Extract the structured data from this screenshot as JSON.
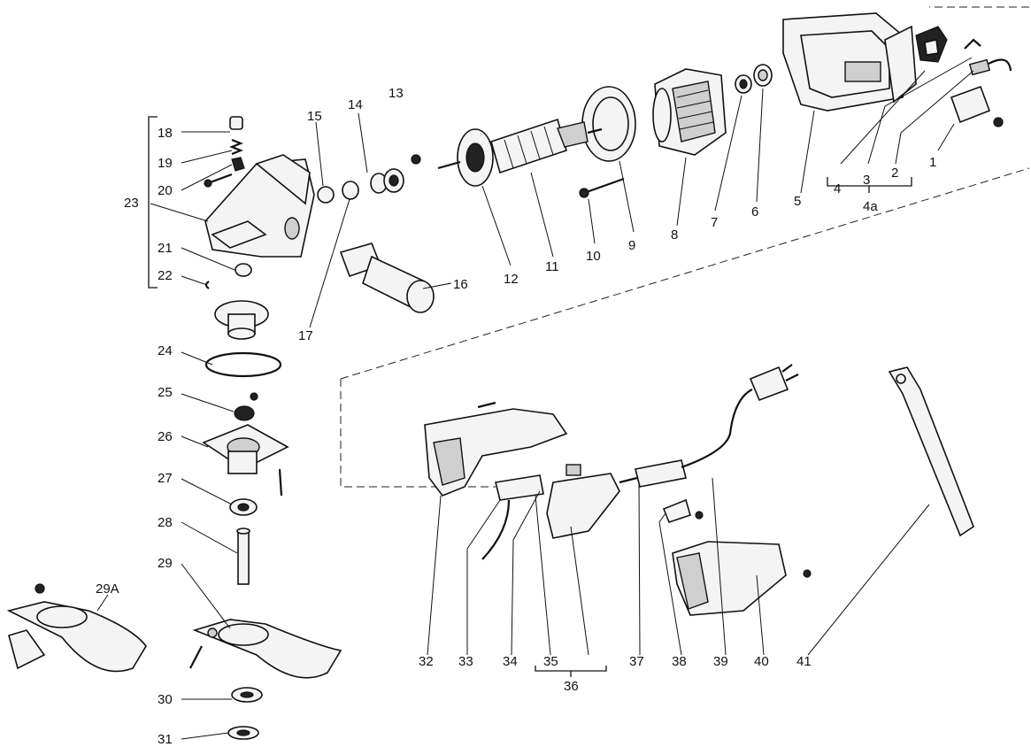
{
  "labels": {
    "l1": "1",
    "l2": "2",
    "l3": "3",
    "l4": "4",
    "l4a": "4a",
    "l5": "5",
    "l6": "6",
    "l7": "7",
    "l8": "8",
    "l9": "9",
    "l10": "10",
    "l11": "11",
    "l12": "12",
    "l13": "13",
    "l14": "14",
    "l15": "15",
    "l16": "16",
    "l17": "17",
    "l18": "18",
    "l19": "19",
    "l20": "20",
    "l21": "21",
    "l22": "22",
    "l23": "23",
    "l24": "24",
    "l25": "25",
    "l26": "26",
    "l27": "27",
    "l28": "28",
    "l29": "29",
    "l29a": "29A",
    "l30": "30",
    "l31": "31",
    "l32": "32",
    "l33": "33",
    "l34": "34",
    "l35": "35",
    "l36": "36",
    "l37": "37",
    "l38": "38",
    "l39": "39",
    "l40": "40",
    "l41": "41"
  },
  "colors": {
    "line": "#111111",
    "background": "#ffffff"
  }
}
